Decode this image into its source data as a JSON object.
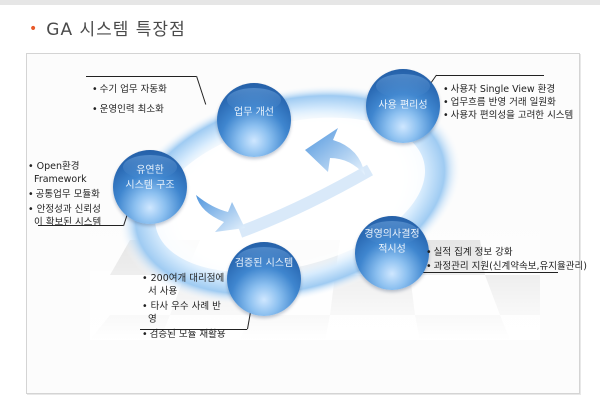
{
  "title": {
    "bullet": "•",
    "text": "GA 시스템 특장점"
  },
  "colors": {
    "bullet": "#e85a2a",
    "sphere": "#2b6bb5",
    "ring": "#bcdcf8"
  },
  "nodes": [
    {
      "id": "work-improvement",
      "label": "업무 개선",
      "items": [
        "수기 업무 자동화",
        "운영인력 최소화"
      ]
    },
    {
      "id": "usability",
      "label": "사용 편리성",
      "items": [
        "사용자 Single View 환경",
        "업무흐름 반영 거래 일원화",
        "사용자 편의성을 고려한 시스템"
      ]
    },
    {
      "id": "flexible-structure",
      "label_line1": "유연한",
      "label_line2": "시스템 구조",
      "items": [
        "Open환경 Framework",
        "공통업무 모듈화",
        "안정성과 신뢰성 이 확보된 시스템"
      ]
    },
    {
      "id": "decision-timeliness",
      "label_line1": "경영의사결정",
      "label_line2": "적시성",
      "items": [
        "실적 집계 정보 강화",
        "과정관리 지원(신계약속보,유지율관리)"
      ]
    },
    {
      "id": "verified-system",
      "label": "검증된 시스템",
      "items": [
        "200여개 대리점에 서 사용",
        "타사 우수 사례 반 영",
        "검증된 모듈 재활용"
      ]
    }
  ]
}
